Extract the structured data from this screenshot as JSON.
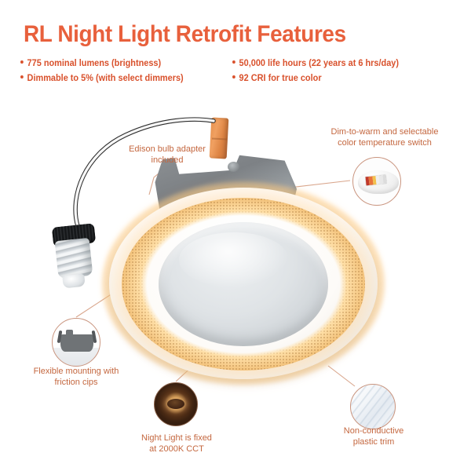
{
  "header": {
    "title": "RL Night Light Retrofit Features",
    "title_color": "#E8603C",
    "bullet_color": "#D9512C",
    "bullets_left": [
      "775 nominal lumens (brightness)",
      "Dimmable to 5% (with select dimmers)"
    ],
    "bullets_right": [
      "50,000 life hours (22 years at 6 hrs/day)",
      "92 CRI for true color"
    ]
  },
  "callouts": {
    "label_color": "#C4673F",
    "leader_color": "#D9A68C",
    "edison_adapter": "Edison bulb adapter\nincluded",
    "dim_to_warm": "Dim-to-warm and selectable\ncolor temperature switch",
    "flexible_mounting": "Flexible mounting with\nfriction cips",
    "night_light": "Night Light is fixed\nat 2000K CCT",
    "plastic_trim": "Non-conductive\nplastic trim"
  },
  "product": {
    "name": "recessed-led-downlight-retrofit",
    "trim_color": "#F5F1EB",
    "ring_glow_color": "#F0BA6E",
    "lens_color": "#DFE3E6",
    "housing_color": "#7D8185",
    "connector_color": "#E8924F",
    "night_light_color": "#FFC57C"
  },
  "switch_inset": {
    "name": "dip-switch",
    "segments": [
      "#C0392B",
      "#E8743B",
      "#F2C14E",
      "#EFEFEF",
      "#E8E8E8",
      "#DCDCDC"
    ]
  }
}
